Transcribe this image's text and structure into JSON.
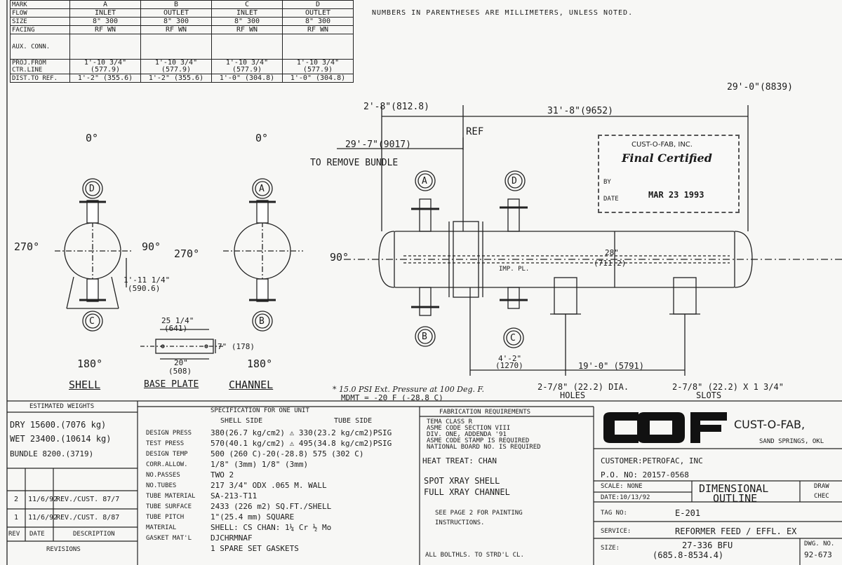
{
  "nozzle_table": {
    "rows": [
      {
        "label": "MARK",
        "values": [
          "A",
          "B",
          "C",
          "D"
        ]
      },
      {
        "label": "FLOW",
        "values": [
          "INLET",
          "OUTLET",
          "INLET",
          "OUTLET"
        ]
      },
      {
        "label": "SIZE",
        "values": [
          "8\" 300",
          "8\" 300",
          "8\" 300",
          "8\" 300"
        ]
      },
      {
        "label": "FACING",
        "values": [
          "RF WN",
          "RF WN",
          "RF WN",
          "RF WN"
        ]
      },
      {
        "label": "AUX. CONN.",
        "values": [
          "",
          "",
          "",
          ""
        ]
      },
      {
        "label": "PROJ.FROM CTR.LINE",
        "values": [
          "1'-10 3/4\" (577.9)",
          "1'-10 3/4\" (577.9)",
          "1'-10 3/4\" (577.9)",
          "1'-10 3/4\" (577.9)"
        ]
      },
      {
        "label": "DIST.TO REF.",
        "values": [
          "1'-2\" (355.6)",
          "1'-2\" (355.6)",
          "1'-0\" (304.8)",
          "1'-0\" (304.8)"
        ]
      }
    ]
  },
  "note_top": "NUMBERS IN PARENTHESES ARE MILLIMETERS, UNLESS NOTED.",
  "dims": {
    "overall": "29'-0\"(8839)",
    "d1": "2'-8\"(812.8)",
    "d2": "31'-8\"(9652)",
    "ref": "REF",
    "remove": "29'-7\"(9017)",
    "remove_note": "TO REMOVE BUNDLE",
    "base_w": "25 1/4\"",
    "base_w_mm": "(641)",
    "base_h": "7\" (178)",
    "base_c": "20\"",
    "base_c_mm": "(508)",
    "drop": "1'-11 1/4\"",
    "drop_mm": "(590.6)",
    "dia": "28\"",
    "dia_mm": "(711.2)",
    "span1": "4'-2\"",
    "span1_mm": "(1270)",
    "span2": "19'-0\" (5791)",
    "holes": "2-7/8\" (22.2) DIA.",
    "holes2": "HOLES",
    "slots": "2-7/8\" (22.2) X 1 3/4\"",
    "slots2": "SLOTS",
    "imp": "IMP. PL."
  },
  "angles": {
    "deg0": "0°",
    "deg90": "90°",
    "deg180": "180°",
    "deg270": "270°"
  },
  "views": {
    "shell": "SHELL",
    "base": "BASE PLATE",
    "channel": "CHANNEL"
  },
  "nozzle_marks": {
    "a": "A",
    "b": "B",
    "c": "C",
    "d": "D"
  },
  "ext_note": "* 15.0 PSI Ext. Pressure at 100 Deg. F.",
  "mdmt": "MDMT = -20 F (-28.8 C)",
  "stamp": {
    "company": "CUST-O-FAB, INC.",
    "title": "Final Certified",
    "by": "BY",
    "date_label": "DATE",
    "date": "MAR 23 1993"
  },
  "weights": {
    "header": "ESTIMATED WEIGHTS",
    "dry": "DRY 15600.(7076 kg)",
    "wet": "WET 23400.(10614 kg)",
    "bundle": "BUNDLE 8200.(3719)"
  },
  "revisions": {
    "header": "REVISIONS",
    "cols": [
      "REV",
      "DATE",
      "DESCRIPTION"
    ],
    "rows": [
      {
        "rev": "2",
        "date": "11/6/92",
        "desc": "REV./CUST. 87/7"
      },
      {
        "rev": "1",
        "date": "11/6/92",
        "desc": "REV./CUST. 8/87"
      }
    ]
  },
  "spec": {
    "header": "SPECIFICATION FOR ONE UNIT",
    "shell_side": "SHELL SIDE",
    "tube_side": "TUBE SIDE",
    "lines": [
      {
        "label": "DESIGN PRESS",
        "value": "380(26.7 kg/cm2) ⚠ 330(23.2 kg/cm2)PSIG"
      },
      {
        "label": "TEST PRESS",
        "value": "570(40.1 kg/cm2) ⚠ 495(34.8 kg/cm2)PSIG"
      },
      {
        "label": "DESIGN TEMP",
        "value": "500 (260 C)-20(-28.8) 575 (302 C)"
      },
      {
        "label": "CORR.ALLOW.",
        "value": "1/8\" (3mm)      1/8\" (3mm)"
      },
      {
        "label": "NO.PASSES",
        "value": "TWO              2"
      },
      {
        "label": "NO.TUBES",
        "value": "217  3/4\"  ODX .065  M. WALL"
      },
      {
        "label": "TUBE MATERIAL",
        "value": "SA-213-T11"
      },
      {
        "label": "TUBE SURFACE",
        "value": "2433 (226 m2) SQ.FT./SHELL"
      },
      {
        "label": "TUBE PITCH",
        "value": "1\"(25.4 mm) SQUARE"
      },
      {
        "label": "MATERIAL",
        "value": "SHELL: CS    CHAN: 1¼ Cr ½ Mo"
      },
      {
        "label": "GASKET MAT'L",
        "value": "DJCHRMNAF"
      },
      {
        "label": "",
        "value": "1  SPARE SET  GASKETS"
      }
    ]
  },
  "fabrication": {
    "header": "FABRICATION REQUIREMENTS",
    "lines": [
      "TEMA CLASS  R",
      "ASME CODE SECTION VIII",
      "DIV. ONE, ADDENDA '91",
      "ASME CODE STAMP  IS   REQUIRED",
      "NATIONAL BOARD NO. IS  REQUIRED"
    ],
    "heat": "HEAT TREAT: CHAN",
    "xray1": "SPOT XRAY SHELL",
    "xray2": "FULL XRAY CHANNEL",
    "paint1": "SEE PAGE 2 FOR PAINTING",
    "paint2": "INSTRUCTIONS.",
    "bolt": "ALL BOLTHLS. TO STRD'L CL."
  },
  "title_block": {
    "company": "CUST-O-FAB,",
    "location": "SAND SPRINGS, OKL",
    "customer": "CUSTOMER:PETROFAC, INC",
    "po": "P.O. NO: 20157-0568",
    "scale": "SCALE: NONE",
    "date": "DATE:10/13/92",
    "title1": "DIMENSIONAL",
    "title2": "OUTLINE",
    "draw": "DRAW",
    "check": "CHEC",
    "tag_label": "TAG NO:",
    "tag": "E-201",
    "service_label": "SERVICE:",
    "service": "REFORMER FEED / EFFL. EX",
    "size_label": "SIZE:",
    "size": "27-336  BFU",
    "size_mm": "(685.8-8534.4)",
    "dwg_label": "DWG. NO.",
    "dwg": "92-673"
  }
}
